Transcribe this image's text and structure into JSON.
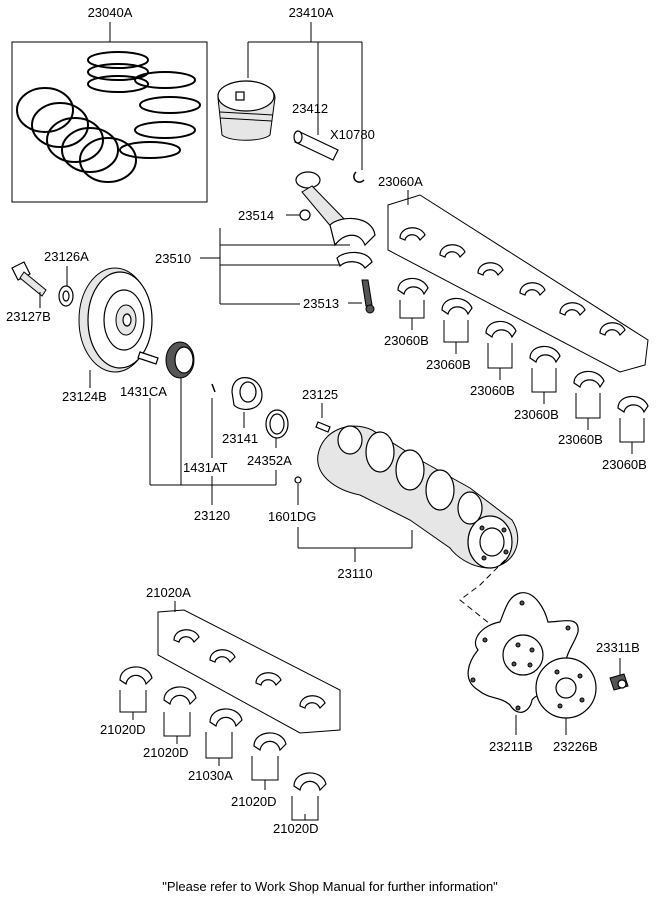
{
  "labels": {
    "l23040A": "23040A",
    "l23410A": "23410A",
    "l23412": "23412",
    "lX10780": "X10780",
    "l23060A": "23060A",
    "l23514": "23514",
    "l23126A": "23126A",
    "l23510": "23510",
    "l23127B": "23127B",
    "l23513": "23513",
    "l23060B_1": "23060B",
    "l23060B_2": "23060B",
    "l23060B_3": "23060B",
    "l23060B_4": "23060B",
    "l23060B_5": "23060B",
    "l23060B_6": "23060B",
    "l23124B": "23124B",
    "l1431CA": "1431CA",
    "l23125": "23125",
    "l23141": "23141",
    "l1431AT": "1431AT",
    "l24352A": "24352A",
    "l23120": "23120",
    "l1601DG": "1601DG",
    "l23110": "23110",
    "l21020A": "21020A",
    "l23311B": "23311B",
    "l21020D_1": "21020D",
    "l21020D_2": "21020D",
    "l21030A": "21030A",
    "l21020D_3": "21020D",
    "l21020D_4": "21020D",
    "l23211B": "23211B",
    "l23226B": "23226B"
  },
  "footer": {
    "note": "\"Please refer to Work Shop Manual for further information\""
  }
}
